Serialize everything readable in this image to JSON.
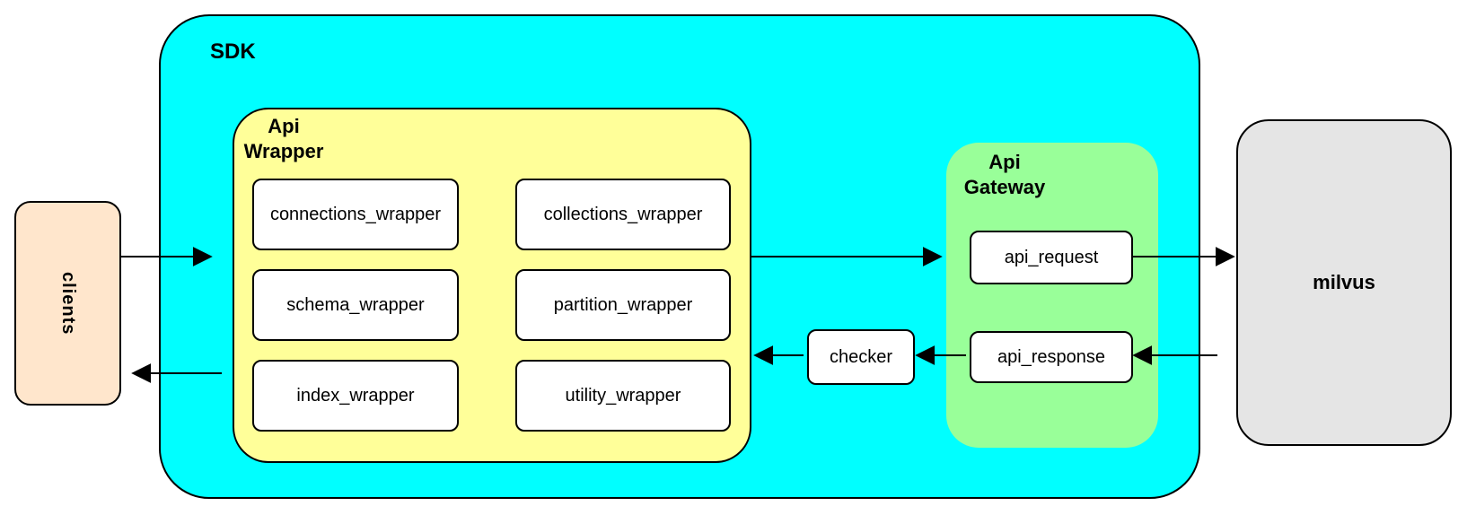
{
  "nodes": {
    "clients": {
      "label": "clients",
      "fill": "#ffe6cc"
    },
    "sdk": {
      "label": "SDK",
      "fill": "#00ffff"
    },
    "api_wrapper": {
      "line1": "Api",
      "line2": "Wrapper",
      "fill": "#ffff99",
      "modules": [
        "connections_wrapper",
        "collections_wrapper",
        "schema_wrapper",
        "partition_wrapper",
        "index_wrapper",
        "utility_wrapper"
      ]
    },
    "checker": {
      "label": "checker",
      "fill": "#ffffff"
    },
    "api_gateway": {
      "line1": "Api",
      "line2": "Gateway",
      "fill": "#99ff99",
      "request": "api_request",
      "response": "api_response"
    },
    "milvus": {
      "label": "milvus",
      "fill": "#e5e5e5"
    }
  },
  "colors": {
    "stroke": "#000000",
    "module_fill": "#ffffff"
  }
}
